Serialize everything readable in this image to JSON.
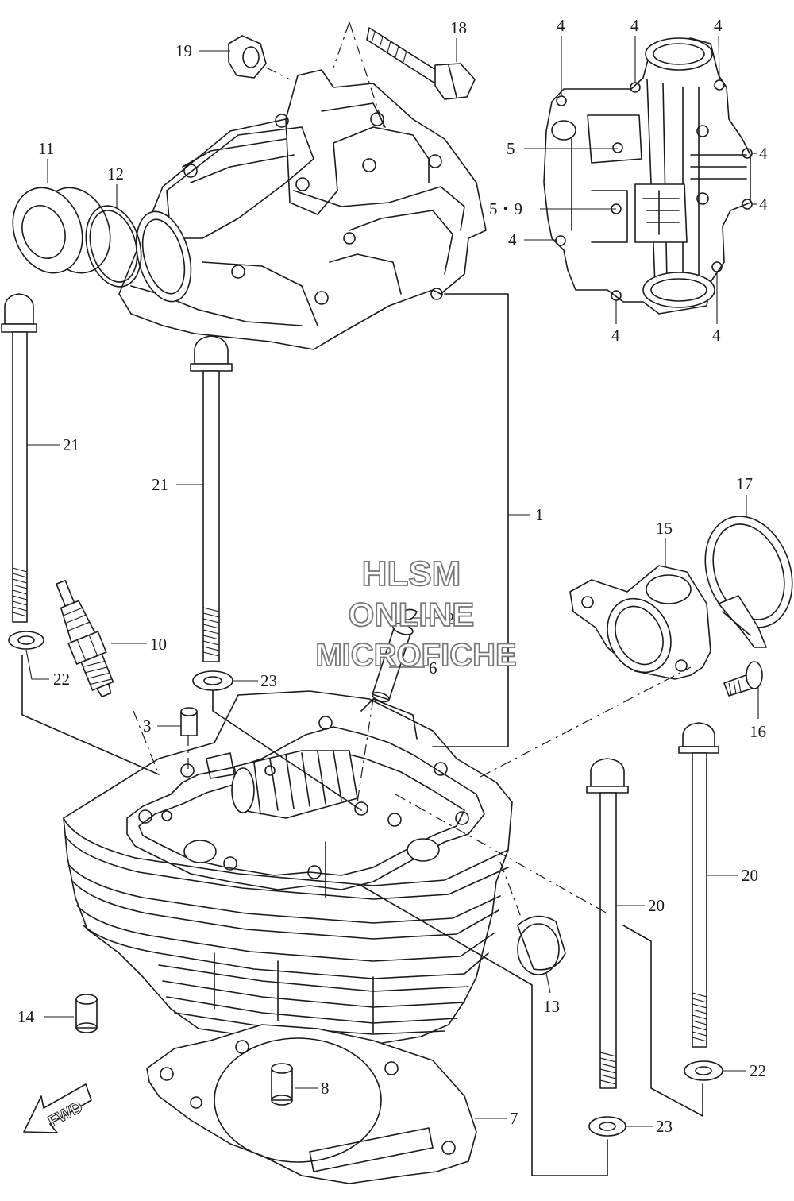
{
  "callouts": {
    "c1": "1",
    "c2": "2",
    "c3": "3",
    "c5": "5",
    "c59": "5・9",
    "c6": "6",
    "c7": "7",
    "c8": "8",
    "c10": "10",
    "c11": "11",
    "c12": "12",
    "c13": "13",
    "c14": "14",
    "c15": "15",
    "c16": "16",
    "c17": "17",
    "c18": "18",
    "c19": "19",
    "c20a": "20",
    "c20b": "20",
    "c21a": "21",
    "c21b": "21",
    "c22a": "22",
    "c22b": "22",
    "c23a": "23",
    "c23b": "23",
    "c4a": "4",
    "c4b": "4",
    "c4c": "4",
    "c4d": "4",
    "c4e": "4",
    "c4f": "4",
    "c4g": "4",
    "c4h": "4"
  },
  "watermark": {
    "line1": "HLSM",
    "line2": "ONLINE",
    "line3": "MICROFICHE"
  },
  "fwd_label": "FWD",
  "colors": {
    "line": "#1a1a1a",
    "background": "#ffffff",
    "watermark": "#777777"
  }
}
